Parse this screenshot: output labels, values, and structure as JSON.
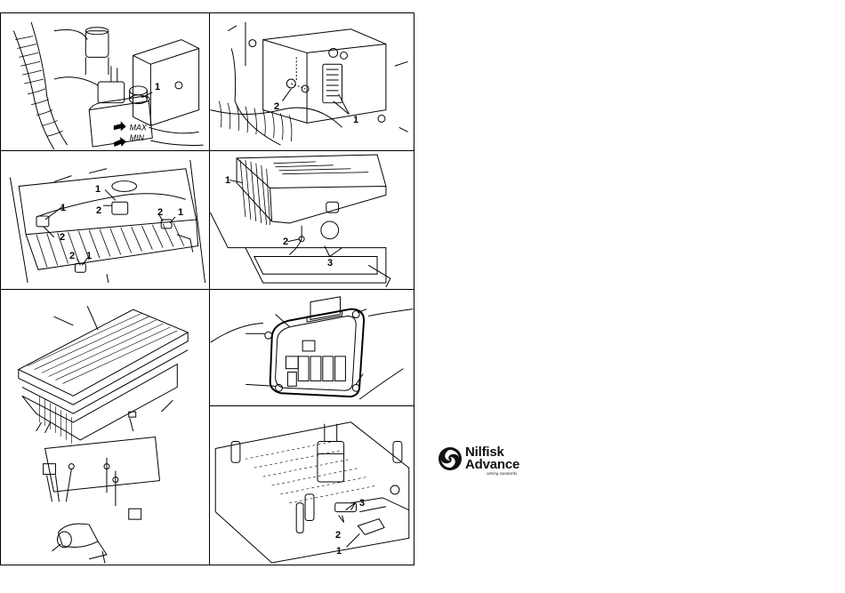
{
  "panels": {
    "p1": {
      "callouts": [
        "1"
      ],
      "max_label": "MAX",
      "min_label": "MIN"
    },
    "p2": {
      "callouts": [
        "2",
        "1"
      ]
    },
    "p3": {
      "callouts": [
        "1",
        "2",
        "1",
        "2",
        "2",
        "1",
        "2",
        "1"
      ]
    },
    "p4": {
      "callouts": [
        "1",
        "2",
        "3"
      ]
    }
  },
  "logo": {
    "line1": "Nilfisk",
    "line2": "Advance",
    "tagline": "setting standards"
  }
}
